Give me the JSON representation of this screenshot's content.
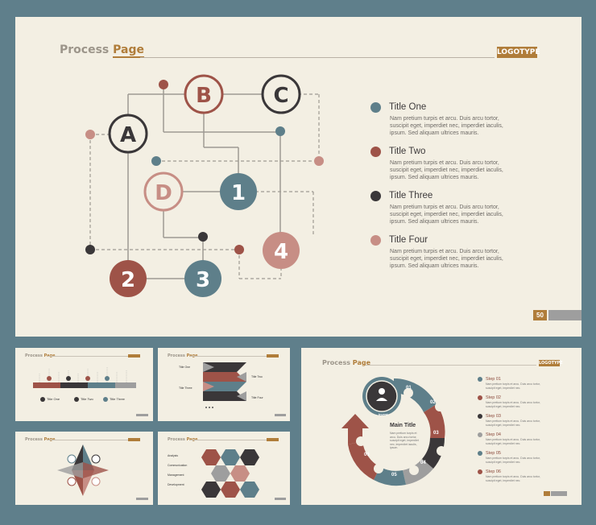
{
  "colors": {
    "teal": "#5e7f8a",
    "red": "#9e5348",
    "dark": "#3a3739",
    "pink": "#c78e85",
    "gold": "#b07d3a",
    "bg": "#f3efe3"
  },
  "main": {
    "title_part1": "Process",
    "title_part2": "Page",
    "logo": "LOGOTYPE",
    "page_number": "50",
    "nodes": {
      "a": "A",
      "b": "B",
      "c": "C",
      "d": "D",
      "n1": "1",
      "n2": "2",
      "n3": "3",
      "n4": "4"
    },
    "legend": [
      {
        "title": "Title One",
        "text": "Nam pretium turpis et arcu. Duis arcu tortor, suscipit eget, imperdiet nec, imperdiet iaculis, ipsum. Sed aliquam ultrices mauris.",
        "color": "#5e7f8a"
      },
      {
        "title": "Title Two",
        "text": "Nam pretium turpis et arcu. Duis arcu tortor, suscipit eget, imperdiet nec, imperdiet iaculis, ipsum. Sed aliquam ultrices mauris.",
        "color": "#9e5348"
      },
      {
        "title": "Title Three",
        "text": "Nam pretium turpis et arcu. Duis arcu tortor, suscipit eget, imperdiet nec, imperdiet iaculis, ipsum. Sed aliquam ultrices mauris.",
        "color": "#3a3739"
      },
      {
        "title": "Title Four",
        "text": "Nam pretium turpis et arcu. Duis arcu tortor, suscipit eget, imperdiet nec, imperdiet iaculis, ipsum. Sed aliquam ultrices mauris.",
        "color": "#c78e85"
      }
    ]
  },
  "thumb1": {
    "title_part1": "Process",
    "title_part2": "Page",
    "labels": [
      "Title One",
      "Title Two",
      "Title Three"
    ]
  },
  "thumb2": {
    "title_part1": "Process",
    "title_part2": "Page",
    "labels": [
      "Title One",
      "Title Two",
      "Title Three",
      "Title Four"
    ]
  },
  "thumb3": {
    "title_part1": "Process",
    "title_part2": "Page"
  },
  "thumb4": {
    "title_part1": "Process",
    "title_part2": "Page",
    "labels": [
      "Analysis",
      "Communication",
      "Management",
      "Development"
    ]
  },
  "big": {
    "title_part1": "Process",
    "title_part2": "Page",
    "logo": "LOGOTYPE",
    "page_number": "50",
    "hub_label": "Invest",
    "main_title": "Main Title",
    "main_text": "Nam pretium turpis et arcu. Duis arcu tortor, suscipit eget, imperdiet nec, imperdiet iaculis, ipsum.",
    "segments": [
      "01",
      "02",
      "03",
      "04",
      "05",
      "06"
    ],
    "steps": [
      {
        "label": "Step 01",
        "text": "Nam pretium turpis et arcu. Duis arcu tortor, suscipit eget, imperdiet nec.",
        "color": "#5e7f8a"
      },
      {
        "label": "Step 02",
        "text": "Nam pretium turpis et arcu. Duis arcu tortor, suscipit eget, imperdiet nec.",
        "color": "#9e5348"
      },
      {
        "label": "Step 03",
        "text": "Nam pretium turpis et arcu. Duis arcu tortor, suscipit eget, imperdiet nec.",
        "color": "#3a3739"
      },
      {
        "label": "Step 04",
        "text": "Nam pretium turpis et arcu. Duis arcu tortor, suscipit eget, imperdiet nec.",
        "color": "#9e9e9e"
      },
      {
        "label": "Step 05",
        "text": "Nam pretium turpis et arcu. Duis arcu tortor, suscipit eget, imperdiet nec.",
        "color": "#5e7f8a"
      },
      {
        "label": "Step 06",
        "text": "Nam pretium turpis et arcu. Duis arcu tortor, suscipit eget, imperdiet nec.",
        "color": "#9e5348"
      }
    ]
  }
}
